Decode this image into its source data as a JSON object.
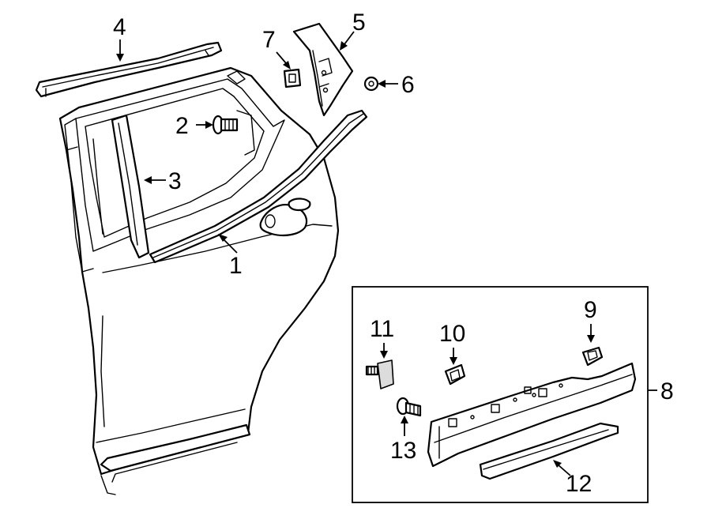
{
  "callouts": {
    "c1": "1",
    "c2": "2",
    "c3": "3",
    "c4": "4",
    "c5": "5",
    "c6": "6",
    "c7": "7",
    "c8": "8",
    "c9": "9",
    "c10": "10",
    "c11": "11",
    "c12": "12",
    "c13": "13"
  },
  "colors": {
    "line": "#000000",
    "background": "#ffffff",
    "shade": "#dcdcdc"
  }
}
